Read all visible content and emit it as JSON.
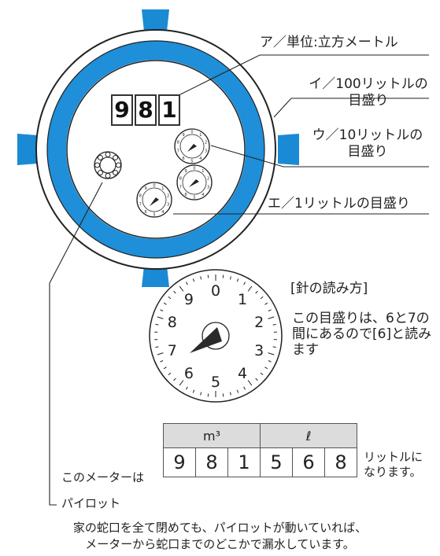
{
  "meter": {
    "odometer_digits": [
      "9",
      "8",
      "1"
    ],
    "dial_ticks": [
      "0",
      "1",
      "2",
      "3",
      "4",
      "5",
      "6",
      "7",
      "8",
      "9"
    ]
  },
  "callouts": {
    "unit": "ア／単位:立方メートル",
    "dial100_l1": "イ／100リットルの",
    "dial100_l2": "目盛り",
    "dial10_l1": "ウ／10リットルの",
    "dial10_l2": "目盛り",
    "dial1": "エ／1リットルの目盛り",
    "pilot": "パイロット"
  },
  "howto": {
    "title": "[針の読み方]",
    "body": "この目盛りは、6と7の間にあるので[6]と読みます"
  },
  "big_dial": {
    "numbers": [
      "0",
      "1",
      "2",
      "3",
      "4",
      "5",
      "6",
      "7",
      "8",
      "9"
    ]
  },
  "reading": {
    "lead": "このメーターは",
    "header_m3": "m³",
    "header_l": "ℓ",
    "digits": [
      "9",
      "8",
      "1",
      "5",
      "6",
      "8"
    ],
    "tail_l1": "リットルに",
    "tail_l2": "なります。"
  },
  "footer": {
    "line1": "家の蛇口を全て閉めても、パイロットが動いていれば、",
    "line2": "メーターから蛇口までのどこかで漏水しています。"
  },
  "colors": {
    "ring_blue": "#1e8fd8",
    "tab_blue": "#1a8ad4",
    "needle": "#2a2a2a",
    "table_header": "#dcdcdc"
  }
}
